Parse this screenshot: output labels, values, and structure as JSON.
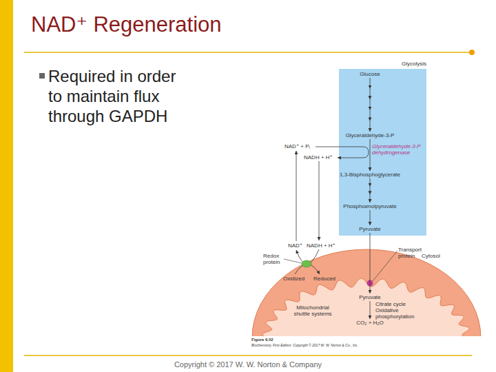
{
  "diagram": {
    "title": "NAD⁺ Regeneration",
    "nodes": [
      {
        "text": [
          "Glycolysis"
        ]
      },
      {
        "text": [
          "Glucose"
        ],
        "in": 0
      },
      {
        "text": [
          "Glyceraldehyde-3-P"
        ],
        "in": 0
      },
      {
        "text": [
          "1,3-Bisphosphoglycerate"
        ],
        "in": 0
      },
      {
        "text": [
          "Phosphoenolpyruvate"
        ],
        "in": 0
      },
      {
        "text": [
          "Pyruvate"
        ],
        "in": 0
      },
      {
        "text": [
          "Mitochondrial shuttle systems"
        ]
      },
      {
        "text": [
          "Pyruvate"
        ],
        "in": 6
      },
      {
        "text": [
          "CO₂ + H₂O"
        ],
        "in": 6
      }
    ],
    "edges": [
      {
        "from": 1,
        "to": 2,
        "arrow": "to"
      },
      {
        "from": 2,
        "to": 3,
        "arrow": "to"
      },
      {
        "from": 3,
        "to": 4,
        "arrow": "to"
      },
      {
        "from": 4,
        "to": 5,
        "arrow": "to"
      },
      {
        "from": 5,
        "to": 7,
        "arrow": "to"
      },
      {
        "from": 7,
        "to": 8,
        "label": "Citrate cycle Oxidative phosphorylation",
        "arrow": "to"
      }
    ],
    "labels": [
      "Required in order to maintain flux through GAPDH",
      "Glyceraldehyde-3-P dehydrogenase",
      "NAD⁺ + Pᵢ",
      "NADH + H⁺",
      "NAD⁺",
      "NADH + H⁺",
      "Redox protein",
      "Oxidized",
      "Reduced",
      "Transport protein",
      "Cytosol",
      "Figure 9.52",
      "Biochemistry, First Edition. Copyright © 2017 W. W. Norton & Co., Inc.",
      "Copyright © 2017 W. W. Norton & Company"
    ]
  }
}
